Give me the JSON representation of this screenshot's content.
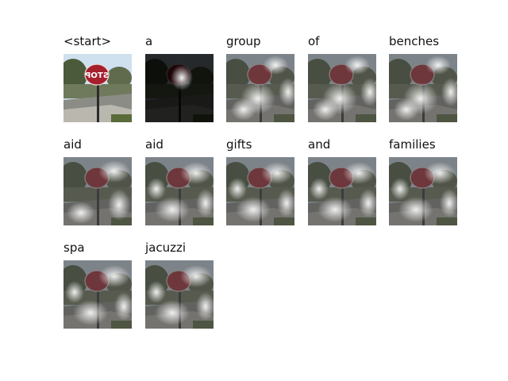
{
  "figure": {
    "panels": [
      {
        "word": "<start>",
        "kind": "original"
      },
      {
        "word": "a",
        "kind": "attention",
        "spot": "head"
      },
      {
        "word": "group",
        "kind": "attention",
        "spot": "group"
      },
      {
        "word": "of",
        "kind": "attention",
        "spot": "group"
      },
      {
        "word": "benches",
        "kind": "attention",
        "spot": "group"
      },
      {
        "word": "aid",
        "kind": "attention",
        "spot": "left"
      },
      {
        "word": "aid",
        "kind": "attention",
        "spot": "mid"
      },
      {
        "word": "gifts",
        "kind": "attention",
        "spot": "mid"
      },
      {
        "word": "and",
        "kind": "attention",
        "spot": "mid"
      },
      {
        "word": "families",
        "kind": "attention",
        "spot": "mid"
      },
      {
        "word": "spa",
        "kind": "attention",
        "spot": "mid"
      },
      {
        "word": "jacuzzi",
        "kind": "attention",
        "spot": "mid"
      }
    ],
    "sign_text": "STOP",
    "colors": {
      "sky": "#cfe0ee",
      "tree": "#4b5a3a",
      "sign": "#a61f2d",
      "road": "#8c8c86"
    }
  }
}
